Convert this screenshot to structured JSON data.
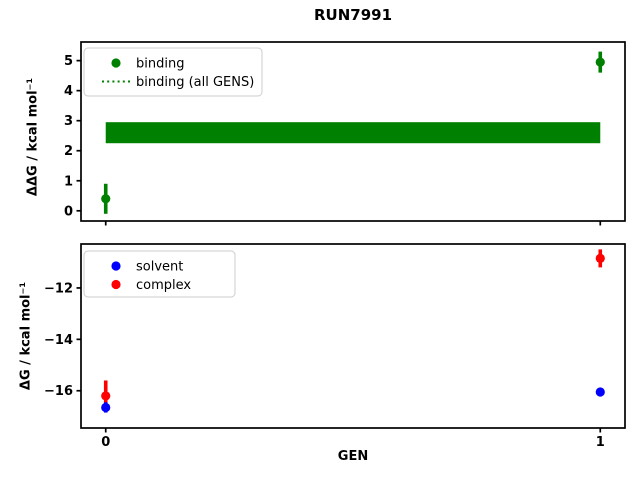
{
  "title": "RUN7991",
  "xlabel": "GEN",
  "colors": {
    "binding": "#008000",
    "solvent": "#0000ff",
    "complex": "#ff0000",
    "axis": "#000000",
    "legend_border": "#cccccc",
    "background": "#ffffff"
  },
  "chart_data": [
    {
      "type": "scatter",
      "ylabel": "ΔΔG / kcal mol⁻¹",
      "xlim": [
        -0.05,
        1.05
      ],
      "ylim": [
        -0.34,
        5.62
      ],
      "yticks": [
        0,
        1,
        2,
        3,
        4,
        5
      ],
      "xticks": [
        0,
        1
      ],
      "show_xtick_labels": false,
      "legend_position": "upper-left",
      "series": [
        {
          "name": "binding",
          "style": "points",
          "color": "#008000",
          "legend_marker": "dot",
          "x": [
            0,
            1
          ],
          "y": [
            0.4,
            4.95
          ],
          "yerr": [
            0.5,
            0.35
          ]
        },
        {
          "name": "binding (all GENS)",
          "style": "band",
          "color": "#008000",
          "legend_marker": "dotted-line",
          "x": [
            0,
            1
          ],
          "y": 2.6,
          "band": [
            2.25,
            2.95
          ]
        }
      ]
    },
    {
      "type": "scatter",
      "ylabel": "ΔG / kcal mol⁻¹",
      "xlim": [
        -0.05,
        1.05
      ],
      "ylim": [
        -17.45,
        -10.29
      ],
      "yticks": [
        -16,
        -14,
        -12
      ],
      "xticks": [
        0,
        1
      ],
      "show_xtick_labels": true,
      "xtick_labels": [
        "0",
        "1"
      ],
      "legend_position": "upper-left",
      "series": [
        {
          "name": "solvent",
          "style": "points",
          "color": "#0000ff",
          "legend_marker": "dot",
          "x": [
            0,
            1
          ],
          "y": [
            -16.65,
            -16.05
          ],
          "yerr": [
            0.2,
            0.1
          ]
        },
        {
          "name": "complex",
          "style": "points",
          "color": "#ff0000",
          "legend_marker": "dot",
          "x": [
            0,
            1
          ],
          "y": [
            -16.2,
            -10.85
          ],
          "yerr": [
            0.6,
            0.35
          ]
        }
      ]
    }
  ]
}
